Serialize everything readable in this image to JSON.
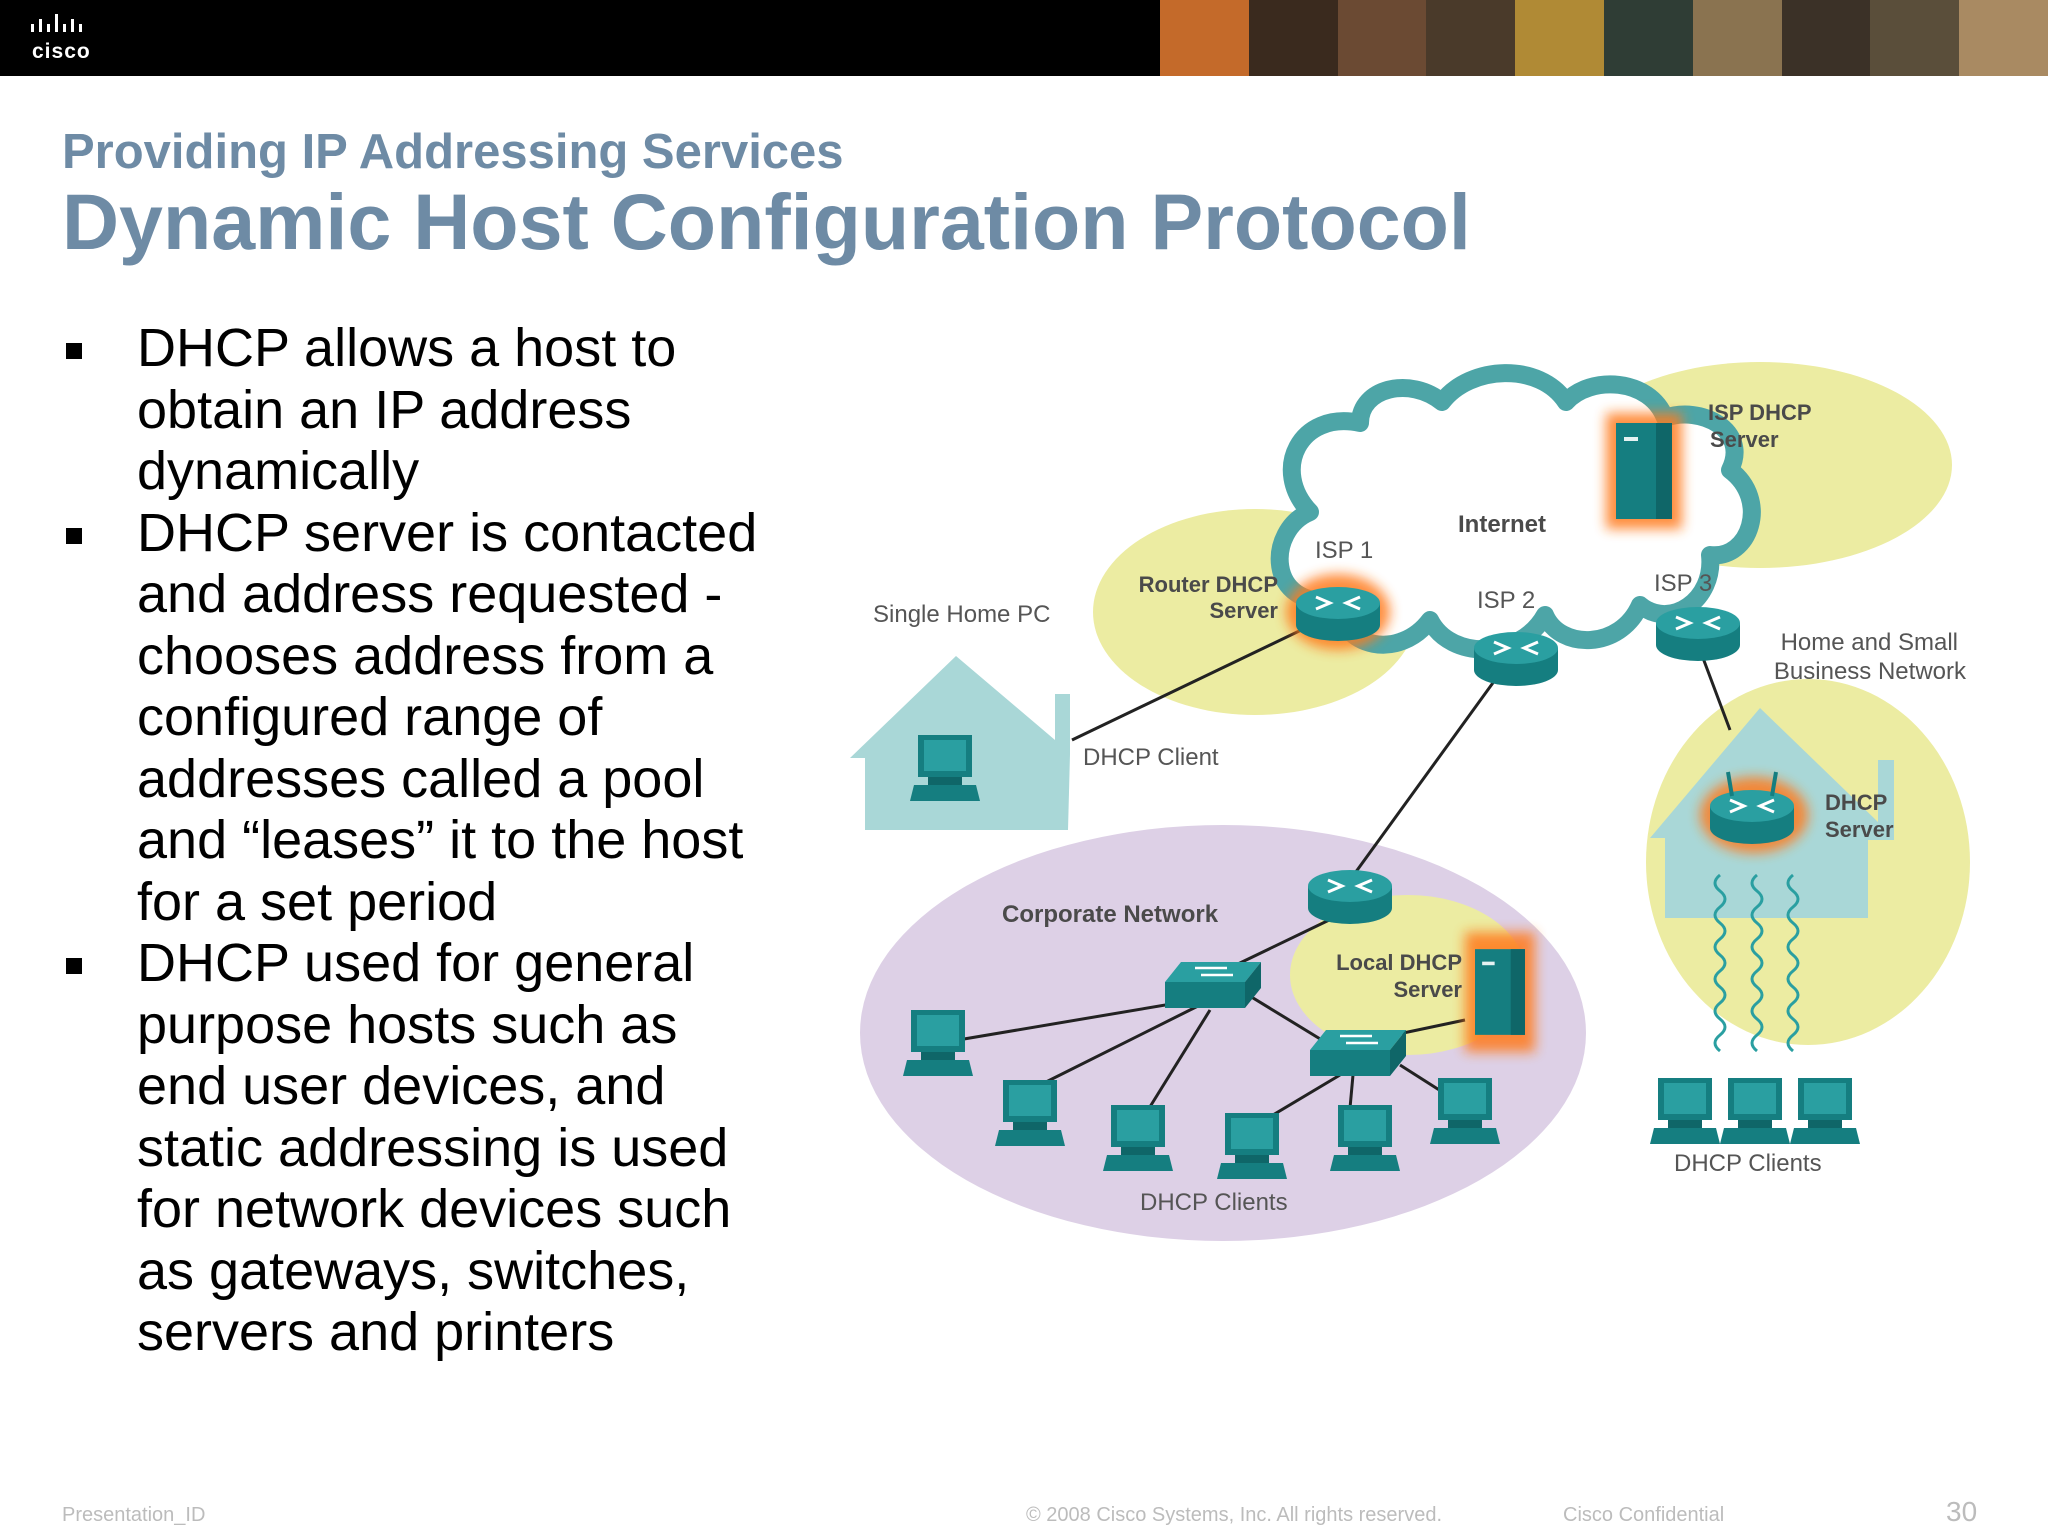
{
  "header": {
    "logo_text": "cisco",
    "photo_colors": [
      "#c46a2a",
      "#3a2a1e",
      "#6b4a33",
      "#4a3a2a",
      "#b08a35",
      "#2f3d35",
      "#8a7350",
      "#3b3127",
      "#5a4e3a",
      "#a98a62"
    ]
  },
  "slide": {
    "subtitle": "Providing IP Addressing Services",
    "title": "Dynamic Host Configuration Protocol"
  },
  "bullets": [
    "DHCP allows a host to obtain an IP address dynamically",
    "DHCP server is contacted and address requested - chooses address from a configured range of addresses called a pool and “leases” it to the host for a set period",
    "DHCP used for general purpose hosts such as end user devices, and static addressing is used for network devices such as gateways, switches, servers and printers"
  ],
  "diagram": {
    "internet": "Internet",
    "isp1": "ISP 1",
    "isp2": "ISP 2",
    "isp3": "ISP 3",
    "isp_dhcp_server": [
      "ISP DHCP",
      "Server"
    ],
    "router_dhcp_server": [
      "Router DHCP",
      "Server"
    ],
    "single_home_pc": "Single Home PC",
    "dhcp_client": "DHCP Client",
    "home_small_business": [
      "Home and Small",
      "Business Network"
    ],
    "home_dhcp_server": [
      "DHCP",
      "Server"
    ],
    "corporate_network": "Corporate Network",
    "local_dhcp_server": [
      "Local DHCP",
      "Server"
    ],
    "corporate_dhcp_clients": "DHCP Clients",
    "home_dhcp_clients": "DHCP Clients"
  },
  "footer": {
    "presentation_id": "Presentation_ID",
    "copyright": "© 2008 Cisco Systems, Inc. All rights reserved.",
    "confidential": "Cisco Confidential",
    "page_number": "30"
  }
}
